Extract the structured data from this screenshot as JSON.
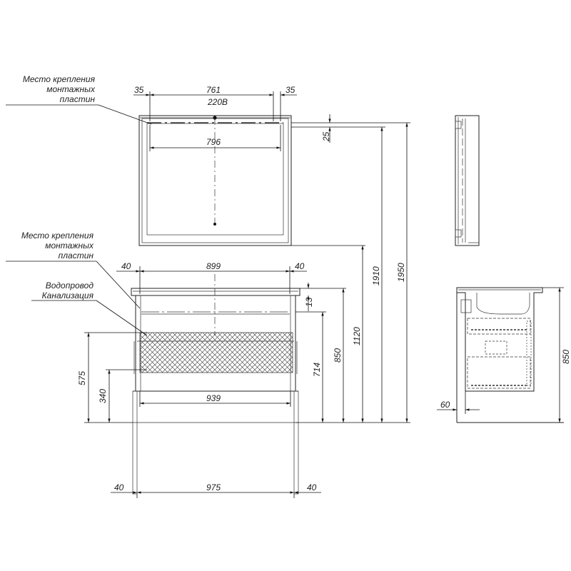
{
  "labels": {
    "mounting_top": [
      "Место крепления",
      "монтажных",
      "пластин"
    ],
    "mounting_bottom": [
      "Место крепления",
      "монтажных",
      "пластин"
    ],
    "plumbing": [
      "Водопровод",
      "Канализация"
    ],
    "power": "220В"
  },
  "dims": {
    "mirror_left_gap": "35",
    "mirror_plate_span": "761",
    "mirror_right_gap": "35",
    "mirror_inner_width": "796",
    "mirror_top_offset": "25",
    "height_mirror_top": "1910",
    "height_total": "1950",
    "vanity_left_gap": "40",
    "vanity_plate_span": "899",
    "vanity_right_gap": "40",
    "vanity_top_thickness": "13",
    "height_vanity_top": "1120",
    "height_cabinet": "850",
    "height_body": "714",
    "height_plumbing": "575",
    "height_drawer": "340",
    "cabinet_width": "939",
    "legs_left_gap": "40",
    "legs_width": "975",
    "legs_right_gap": "40",
    "side_depth_offset": "60",
    "side_height": "850"
  }
}
